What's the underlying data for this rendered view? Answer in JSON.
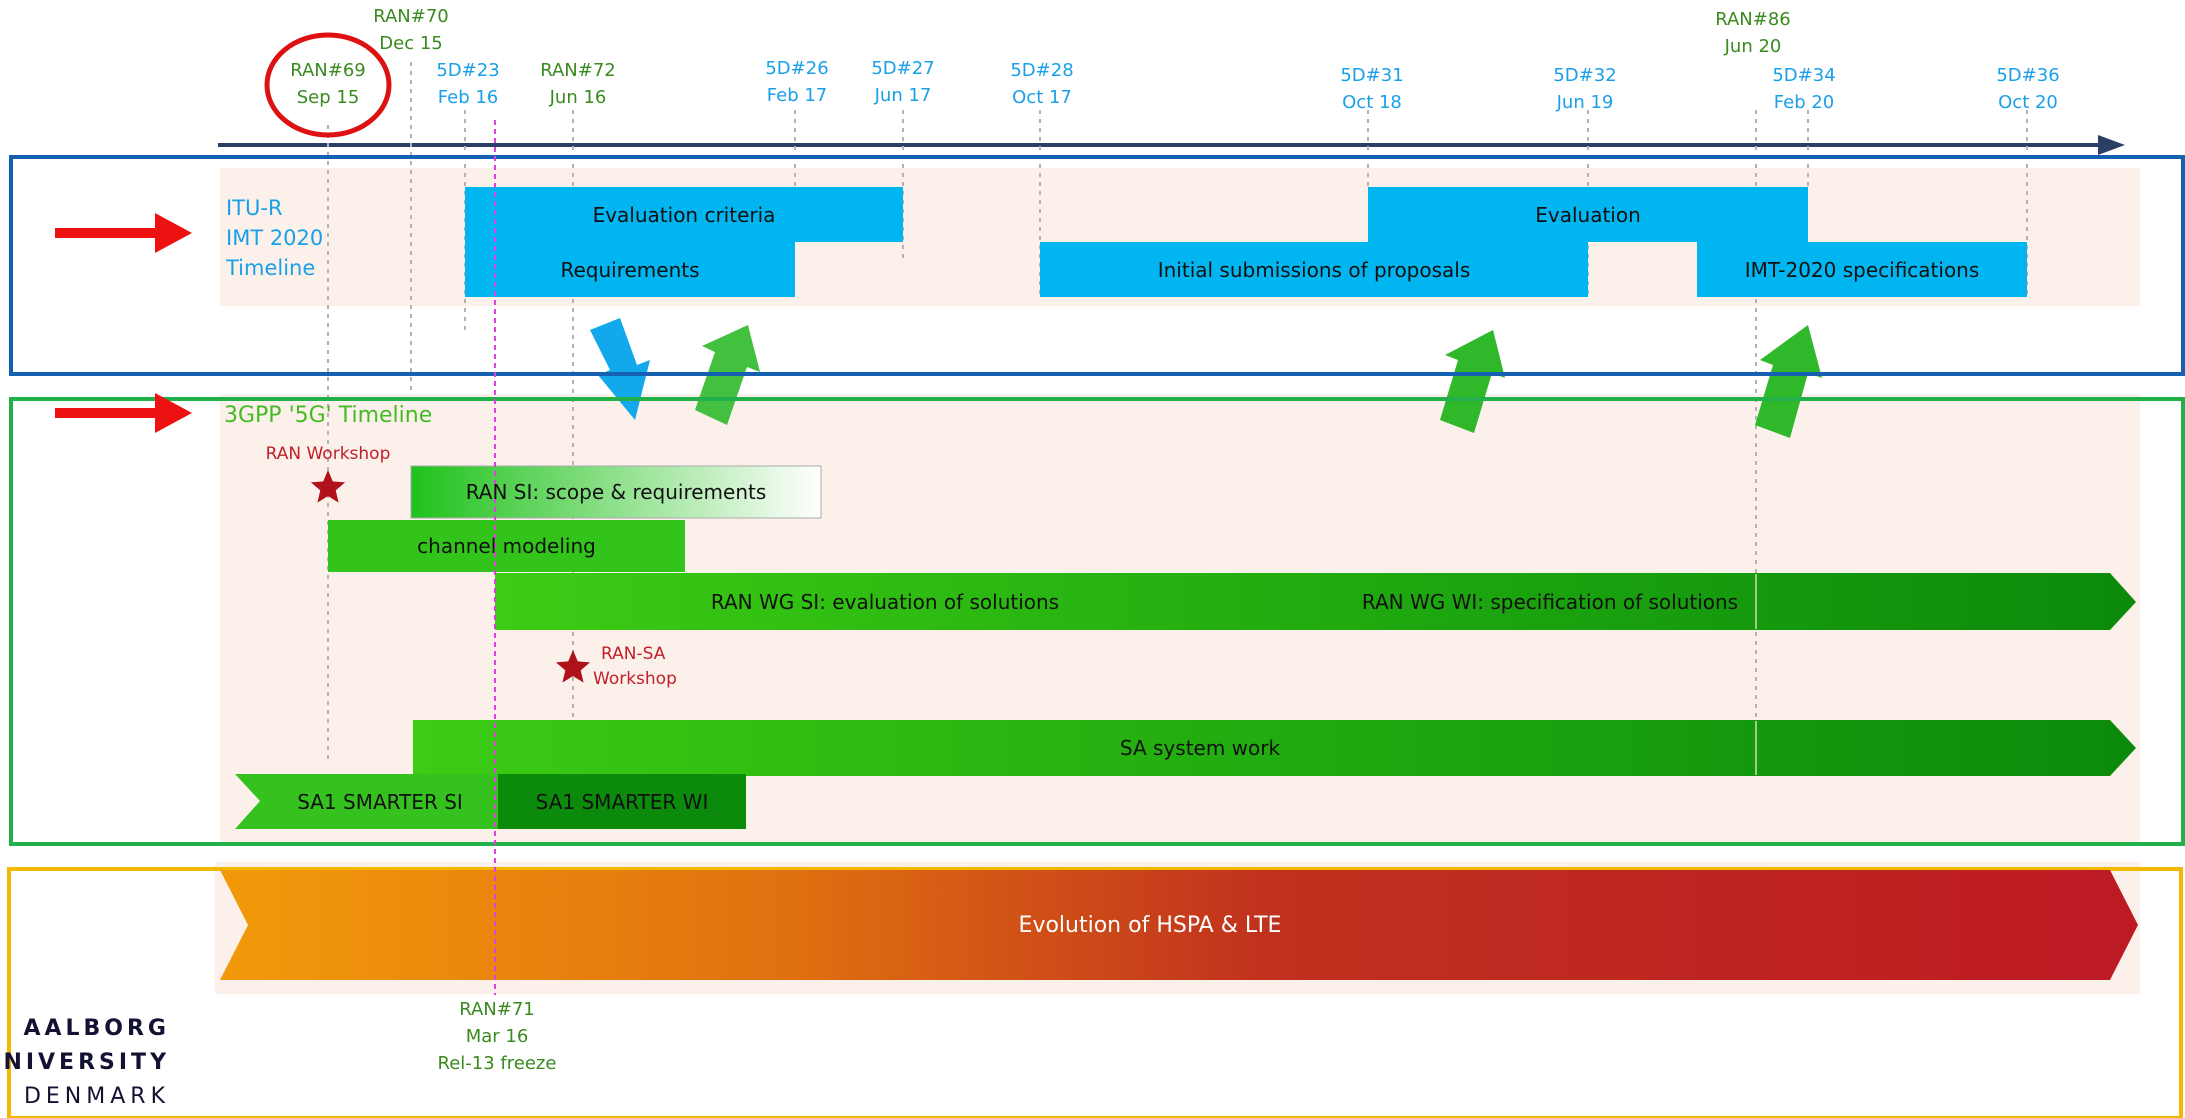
{
  "milestones_top": [
    {
      "id": "ran69",
      "line1": "RAN#69",
      "line2": "Sep 15",
      "color": "green"
    },
    {
      "id": "ran70",
      "line1": "RAN#70",
      "line2": "Dec 15",
      "color": "green"
    },
    {
      "id": "sd23",
      "line1": "5D#23",
      "line2": "Feb 16",
      "color": "blue"
    },
    {
      "id": "ran72",
      "line1": "RAN#72",
      "line2": "Jun 16",
      "color": "green"
    },
    {
      "id": "sd26",
      "line1": "5D#26",
      "line2": "Feb 17",
      "color": "blue"
    },
    {
      "id": "sd27",
      "line1": "5D#27",
      "line2": "Jun 17",
      "color": "blue"
    },
    {
      "id": "sd28",
      "line1": "5D#28",
      "line2": "Oct 17",
      "color": "blue"
    },
    {
      "id": "sd31",
      "line1": "5D#31",
      "line2": "Oct 18",
      "color": "blue"
    },
    {
      "id": "sd32",
      "line1": "5D#32",
      "line2": "Jun 19",
      "color": "blue"
    },
    {
      "id": "ran86",
      "line1": "RAN#86",
      "line2": "Jun 20",
      "color": "green"
    },
    {
      "id": "sd34",
      "line1": "5D#34",
      "line2": "Feb 20",
      "color": "blue"
    },
    {
      "id": "sd36",
      "line1": "5D#36",
      "line2": "Oct 20",
      "color": "blue"
    }
  ],
  "itu": {
    "label_lines": [
      "ITU-R",
      "IMT 2020",
      "Timeline"
    ],
    "bars": {
      "evaluation_criteria": "Evaluation criteria",
      "requirements": "Requirements",
      "evaluation": "Evaluation",
      "initial_submissions": "Initial submissions of proposals",
      "imt_specs": "IMT-2020 specifications"
    }
  },
  "gpp": {
    "label": "3GPP '5G' Timeline",
    "ran_workshop": "RAN Workshop",
    "ran_sa_workshop_lines": [
      "RAN-SA",
      "Workshop"
    ],
    "bars": {
      "ran_si": "RAN SI: scope & requirements",
      "channel_modeling": "channel modeling",
      "ran_wg_si": "RAN WG SI: evaluation of solutions",
      "ran_wg_wi": "RAN WG WI: specification of solutions",
      "sa_system": "SA system work",
      "sa1_si": "SA1 SMARTER SI",
      "sa1_wi": "SA1 SMARTER WI"
    }
  },
  "evolution": {
    "label": "Evolution of HSPA & LTE"
  },
  "freeze": {
    "lines": [
      "RAN#71",
      "Mar 16",
      "Rel-13 freeze"
    ]
  },
  "logo": {
    "line1": "AALBORG",
    "line2": "NIVERSITY",
    "line3": "DENMARK"
  },
  "colors": {
    "blue_box": "#1560b0",
    "green_box": "#22b04b",
    "yellow_box": "#f5b800",
    "itu_bar": "#00b5f0",
    "green_bar": "#33cc11",
    "dark_green": "#0b8a0b",
    "red_arrow": "#ee1111",
    "ring": "#dd1111",
    "freeze_line": "#e040e0",
    "panel_bg": "#fcf1ea"
  }
}
